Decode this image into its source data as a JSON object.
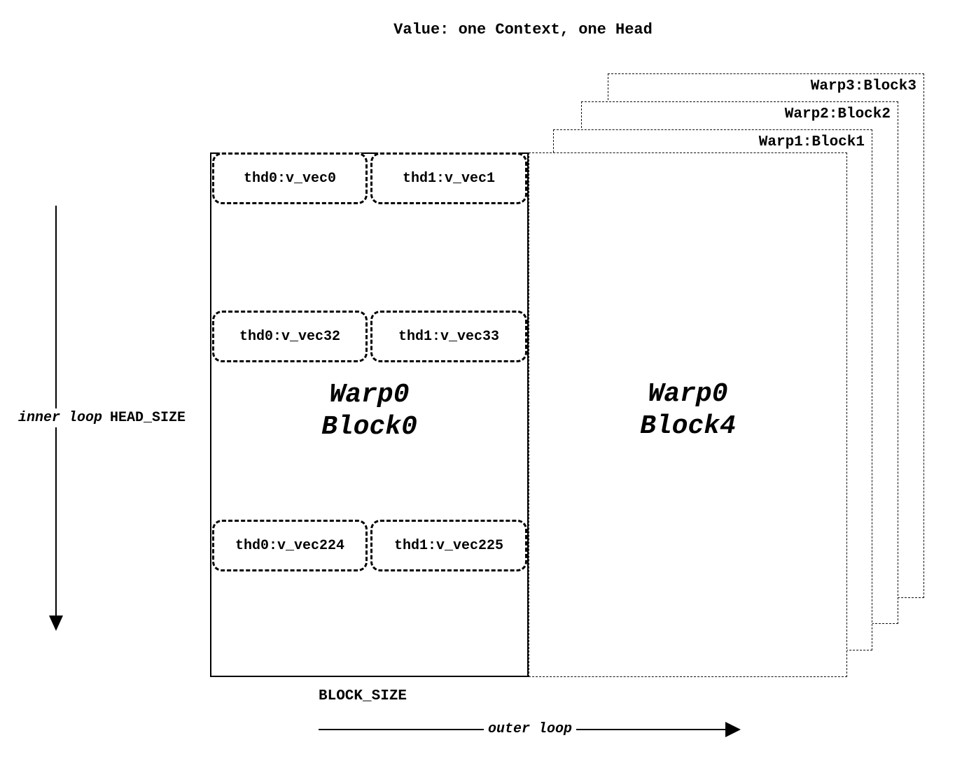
{
  "title": "Value: one Context, one Head",
  "axes": {
    "inner_loop_label": "inner loop",
    "head_size_label": "HEAD_SIZE",
    "block_size_label": "BLOCK_SIZE",
    "outer_loop_label": "outer loop"
  },
  "block0": {
    "warp_label": "Warp0",
    "block_label": "Block0",
    "thread_rows": [
      {
        "left": "thd0:v_vec0",
        "right": "thd1:v_vec1"
      },
      {
        "left": "thd0:v_vec32",
        "right": "thd1:v_vec33"
      },
      {
        "left": "thd0:v_vec224",
        "right": "thd1:v_vec225"
      }
    ]
  },
  "block4": {
    "warp_label": "Warp0",
    "block_label": "Block4"
  },
  "background_blocks": [
    {
      "label": "Warp1:Block1"
    },
    {
      "label": "Warp2:Block2"
    },
    {
      "label": "Warp3:Block3"
    }
  ]
}
